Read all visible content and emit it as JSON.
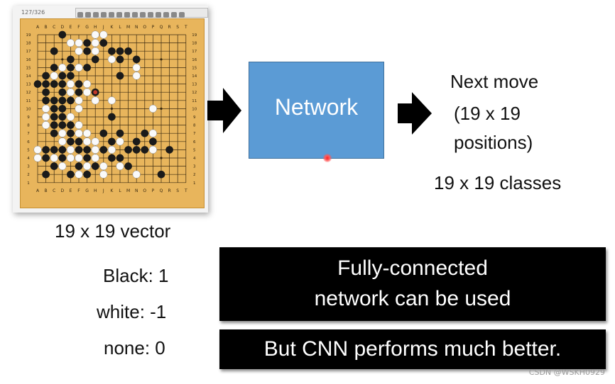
{
  "board": {
    "title": "127/326",
    "col_labels": [
      "A",
      "B",
      "C",
      "D",
      "E",
      "F",
      "G",
      "H",
      "J",
      "K",
      "L",
      "M",
      "N",
      "O",
      "P",
      "Q",
      "R",
      "S",
      "T"
    ],
    "row_labels": [
      "19",
      "18",
      "17",
      "16",
      "15",
      "14",
      "13",
      "12",
      "11",
      "10",
      "9",
      "8",
      "7",
      "6",
      "5",
      "4",
      "3",
      "2",
      "1"
    ],
    "stones": {
      "black": [
        [
          3,
          0
        ],
        [
          6,
          1
        ],
        [
          8,
          1
        ],
        [
          2,
          2
        ],
        [
          6,
          2
        ],
        [
          9,
          2
        ],
        [
          10,
          2
        ],
        [
          11,
          2
        ],
        [
          4,
          3
        ],
        [
          7,
          3
        ],
        [
          10,
          3
        ],
        [
          12,
          3
        ],
        [
          2,
          4
        ],
        [
          4,
          4
        ],
        [
          6,
          4
        ],
        [
          1,
          5
        ],
        [
          2,
          5
        ],
        [
          3,
          5
        ],
        [
          4,
          5
        ],
        [
          10,
          5
        ],
        [
          0,
          6
        ],
        [
          1,
          6
        ],
        [
          2,
          6
        ],
        [
          3,
          6
        ],
        [
          5,
          6
        ],
        [
          1,
          7
        ],
        [
          3,
          7
        ],
        [
          5,
          7
        ],
        [
          1,
          8
        ],
        [
          2,
          8
        ],
        [
          3,
          8
        ],
        [
          4,
          8
        ],
        [
          2,
          9
        ],
        [
          3,
          9
        ],
        [
          2,
          10
        ],
        [
          3,
          10
        ],
        [
          9,
          10
        ],
        [
          2,
          11
        ],
        [
          3,
          11
        ],
        [
          4,
          11
        ],
        [
          2,
          12
        ],
        [
          4,
          12
        ],
        [
          8,
          12
        ],
        [
          10,
          12
        ],
        [
          13,
          12
        ],
        [
          4,
          13
        ],
        [
          5,
          13
        ],
        [
          9,
          13
        ],
        [
          12,
          13
        ],
        [
          14,
          13
        ],
        [
          1,
          14
        ],
        [
          2,
          14
        ],
        [
          3,
          14
        ],
        [
          5,
          14
        ],
        [
          6,
          14
        ],
        [
          8,
          14
        ],
        [
          11,
          14
        ],
        [
          12,
          14
        ],
        [
          13,
          14
        ],
        [
          16,
          14
        ],
        [
          1,
          15
        ],
        [
          3,
          15
        ],
        [
          6,
          15
        ],
        [
          9,
          15
        ],
        [
          10,
          15
        ],
        [
          2,
          16
        ],
        [
          5,
          16
        ],
        [
          7,
          16
        ],
        [
          11,
          16
        ],
        [
          1,
          17
        ],
        [
          4,
          17
        ],
        [
          6,
          17
        ],
        [
          15,
          17
        ]
      ],
      "white": [
        [
          7,
          0
        ],
        [
          8,
          0
        ],
        [
          4,
          1
        ],
        [
          5,
          1
        ],
        [
          7,
          1
        ],
        [
          5,
          2
        ],
        [
          7,
          2
        ],
        [
          9,
          3
        ],
        [
          12,
          4
        ],
        [
          3,
          4
        ],
        [
          5,
          4
        ],
        [
          2,
          5
        ],
        [
          12,
          5
        ],
        [
          4,
          6
        ],
        [
          6,
          6
        ],
        [
          4,
          7
        ],
        [
          6,
          7
        ],
        [
          5,
          8
        ],
        [
          7,
          8
        ],
        [
          9,
          8
        ],
        [
          1,
          9
        ],
        [
          5,
          9
        ],
        [
          1,
          10
        ],
        [
          4,
          10
        ],
        [
          14,
          9
        ],
        [
          1,
          11
        ],
        [
          5,
          11
        ],
        [
          3,
          12
        ],
        [
          5,
          12
        ],
        [
          6,
          12
        ],
        [
          14,
          12
        ],
        [
          3,
          13
        ],
        [
          6,
          13
        ],
        [
          7,
          13
        ],
        [
          10,
          13
        ],
        [
          0,
          14
        ],
        [
          4,
          14
        ],
        [
          7,
          14
        ],
        [
          9,
          14
        ],
        [
          14,
          14
        ],
        [
          0,
          15
        ],
        [
          2,
          15
        ],
        [
          4,
          15
        ],
        [
          5,
          15
        ],
        [
          7,
          15
        ],
        [
          3,
          16
        ],
        [
          6,
          16
        ],
        [
          8,
          16
        ],
        [
          10,
          16
        ],
        [
          5,
          17
        ],
        [
          8,
          17
        ],
        [
          12,
          17
        ]
      ],
      "marked_black": [
        [
          7,
          7
        ]
      ]
    }
  },
  "network": {
    "label": "Network"
  },
  "output": {
    "line1": "Next move",
    "line2": "(19 x 19",
    "line3": "positions)",
    "classes": "19 x 19 classes"
  },
  "input_info": {
    "vector": "19 x 19 vector",
    "black": "Black: 1",
    "white": "white: -1",
    "none": "none: 0"
  },
  "notes": {
    "fc_line1": "Fully-connected",
    "fc_line2": "network can be used",
    "cnn": "But CNN performs much better."
  },
  "watermark": "CSDN @WSKH0929",
  "colors": {
    "board": "#e8b55c",
    "network_box": "#5b9bd5",
    "dark_box": "#000000",
    "marked_stone": "#c0392b"
  }
}
